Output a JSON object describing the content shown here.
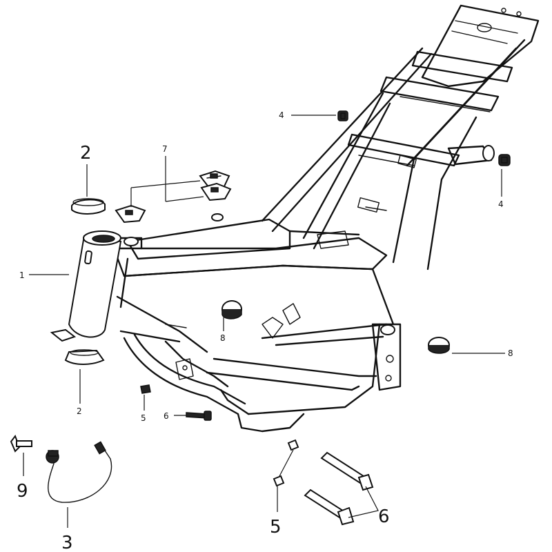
{
  "callouts": {
    "c1": "1",
    "c2_top": "2",
    "c2_bottom": "2",
    "c3": "3",
    "c4_top": "4",
    "c4_right": "4",
    "c5_mid": "5",
    "c5_bottom": "5",
    "c6_mid": "6",
    "c6_bottom": "6",
    "c7": "7",
    "c8_center": "8",
    "c8_right": "8",
    "c9": "9"
  }
}
